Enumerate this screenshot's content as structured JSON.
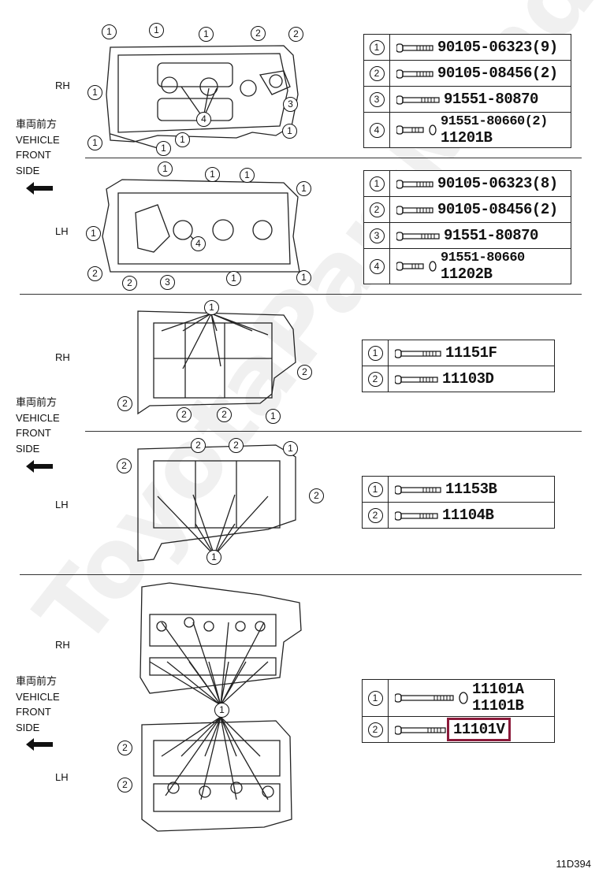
{
  "sides": {
    "rh": "RH",
    "lh": "LH"
  },
  "direction": {
    "jp": "車両前方",
    "line1": "VEHICLE",
    "line2": "FRONT",
    "line3": "SIDE"
  },
  "watermark": "ToyotaPartMind",
  "footer_code": "11D394",
  "highlight_color": "#8b1a3a",
  "tables": {
    "t1": [
      {
        "num": "1",
        "part": "90105-06323(9)"
      },
      {
        "num": "2",
        "part": "90105-08456(2)"
      },
      {
        "num": "3",
        "part": "91551-80870"
      },
      {
        "num": "4",
        "part": "91551-80660(2)",
        "part2": "11201B"
      }
    ],
    "t2": [
      {
        "num": "1",
        "part": "90105-06323(8)"
      },
      {
        "num": "2",
        "part": "90105-08456(2)"
      },
      {
        "num": "3",
        "part": "91551-80870"
      },
      {
        "num": "4",
        "part": "91551-80660",
        "part2": "11202B"
      }
    ],
    "t3": [
      {
        "num": "1",
        "part": "11151F"
      },
      {
        "num": "2",
        "part": "11103D"
      }
    ],
    "t4": [
      {
        "num": "1",
        "part": "11153B"
      },
      {
        "num": "2",
        "part": "11104B"
      }
    ],
    "t5": [
      {
        "num": "1",
        "part": "11101A",
        "part2": "11101B"
      },
      {
        "num": "2",
        "part": "11101V"
      }
    ]
  },
  "callouts": {
    "one": "1",
    "two": "2",
    "three": "3",
    "four": "4"
  },
  "icons": [
    "bolt-icon",
    "washer-icon",
    "left-arrow-icon",
    "callout-circle-icon"
  ]
}
